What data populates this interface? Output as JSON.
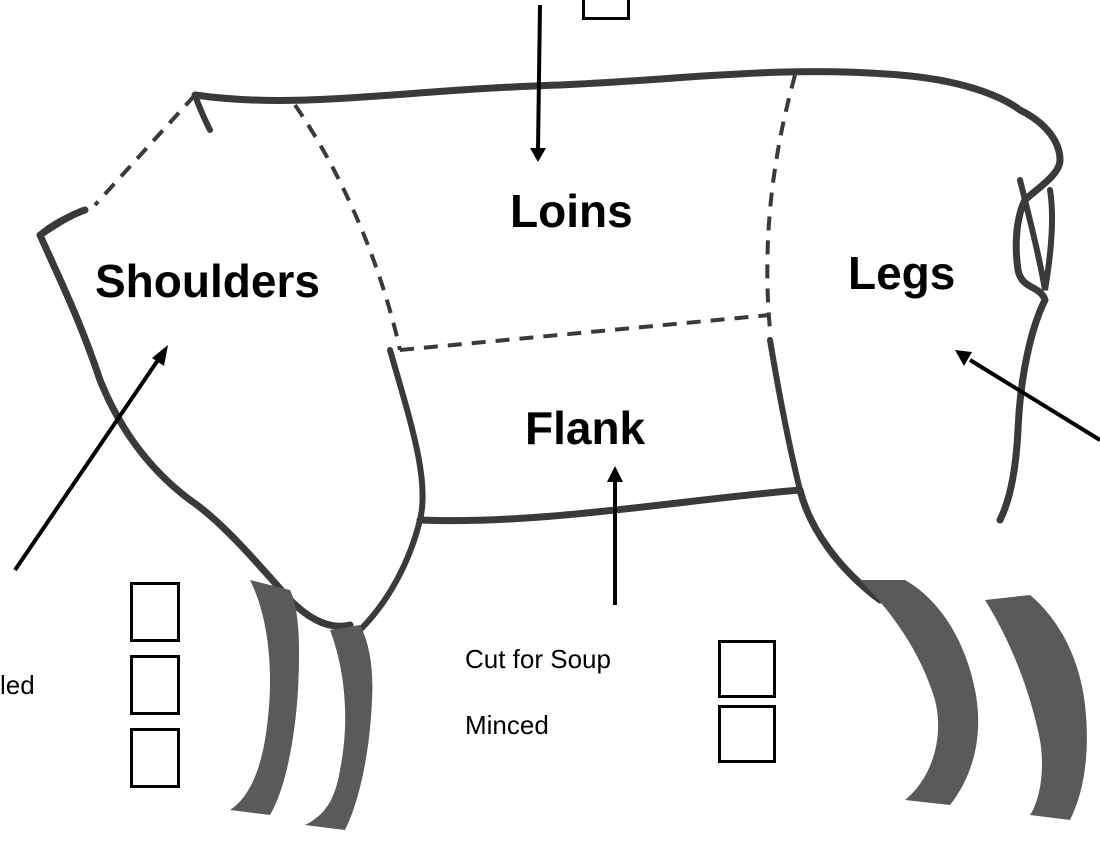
{
  "diagram": {
    "regions": {
      "shoulders": "Shoulders",
      "loins": "Loins",
      "legs": "Legs",
      "flank": "Flank"
    },
    "options": {
      "shoulders_partial": "led",
      "flank_soup": "Cut for Soup",
      "flank_minced": "Minced"
    },
    "colors": {
      "outline": "#3a3a3a",
      "leg_fill": "#5a5a5a",
      "arrow": "#000000"
    }
  }
}
